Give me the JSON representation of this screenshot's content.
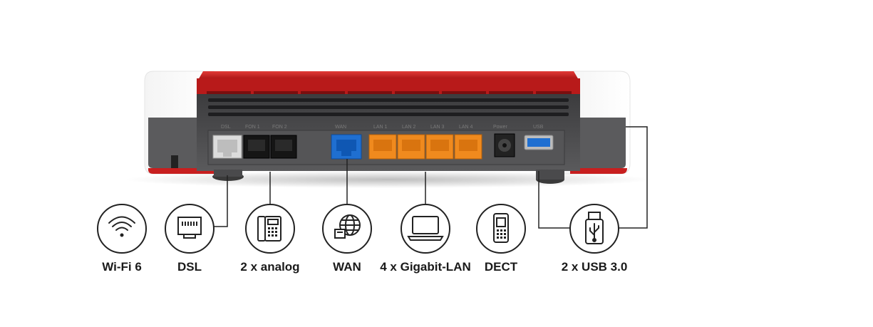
{
  "router": {
    "port_labels": {
      "dsl": "DSL",
      "fon1": "FON 1",
      "fon2": "FON 2",
      "wan": "WAN",
      "lan1": "LAN 1",
      "lan2": "LAN 2",
      "lan3": "LAN 3",
      "lan4": "LAN 4",
      "power": "Power",
      "usb": "USB"
    }
  },
  "features": {
    "wifi": "Wi-Fi 6",
    "dsl": "DSL",
    "analog": "2 x analog",
    "wan": "WAN",
    "lan": "4 x Gigabit-LAN",
    "dect": "DECT",
    "usb": "2 x USB 3.0"
  },
  "colors": {
    "router_red": "#c81f1f",
    "router_body": "#4a4a4c",
    "wan_port": "#1f6fd1",
    "lan_port": "#f08a1e",
    "usb_port": "#1f6fd1"
  }
}
